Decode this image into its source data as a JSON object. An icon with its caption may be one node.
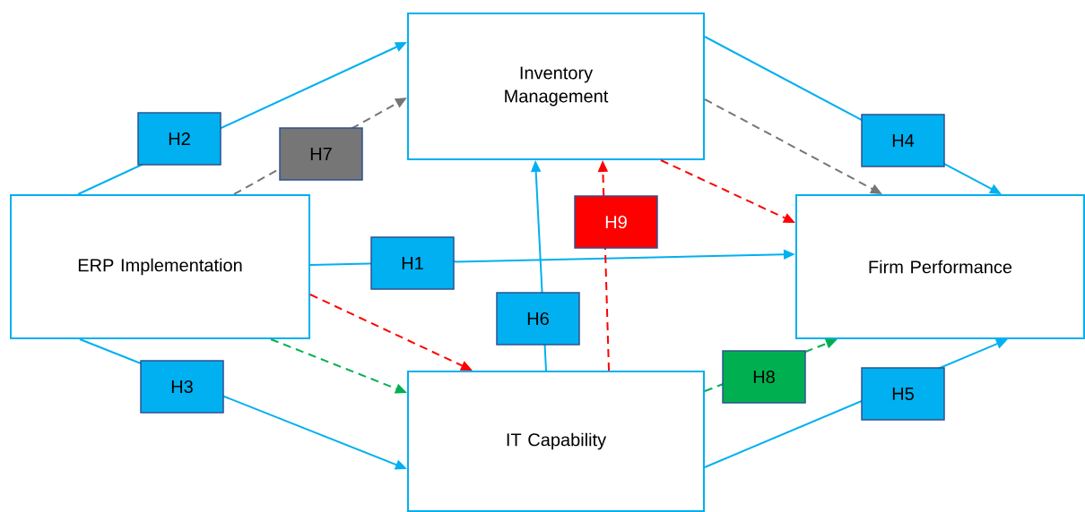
{
  "diagram": {
    "nodes": [
      {
        "text": [
          "ERP Implementation"
        ]
      },
      {
        "text": [
          "Inventory Management"
        ]
      },
      {
        "text": [
          "Firm Performance"
        ]
      },
      {
        "text": [
          "IT Capability"
        ]
      }
    ],
    "edges": [
      {
        "from": 0,
        "to": 1,
        "arrow": "to",
        "label": "H2"
      },
      {
        "from": 0,
        "to": 1,
        "arrow": "to",
        "label": "H7",
        "style": "dashed",
        "color": "#767676"
      },
      {
        "from": 0,
        "to": 2,
        "arrow": "to",
        "label": "H1"
      },
      {
        "from": 0,
        "to": 3,
        "arrow": "to",
        "label": "H3"
      },
      {
        "from": 1,
        "to": 2,
        "arrow": "to",
        "label": "H4"
      },
      {
        "from": 3,
        "to": 2,
        "arrow": "to",
        "label": "H5"
      },
      {
        "from": 3,
        "to": 1,
        "arrow": "to",
        "label": "H6"
      },
      {
        "from": 3,
        "to": 1,
        "arrow": "to",
        "label": "H9",
        "style": "dashed",
        "color": "#ff0000"
      },
      {
        "from": 0,
        "to": 3,
        "arrow": "to",
        "style": "dashed",
        "color": "#ff0000"
      },
      {
        "from": 1,
        "to": 2,
        "arrow": "to",
        "style": "dashed",
        "color": "#ff0000"
      },
      {
        "from": 0,
        "to": 3,
        "arrow": "to",
        "style": "dashed",
        "color": "#00b050"
      },
      {
        "from": 3,
        "to": 2,
        "arrow": "to",
        "label": "H8",
        "style": "dashed",
        "color": "#00b050"
      },
      {
        "from": 1,
        "to": 2,
        "arrow": "to",
        "style": "dashed",
        "color": "#767676"
      }
    ]
  }
}
